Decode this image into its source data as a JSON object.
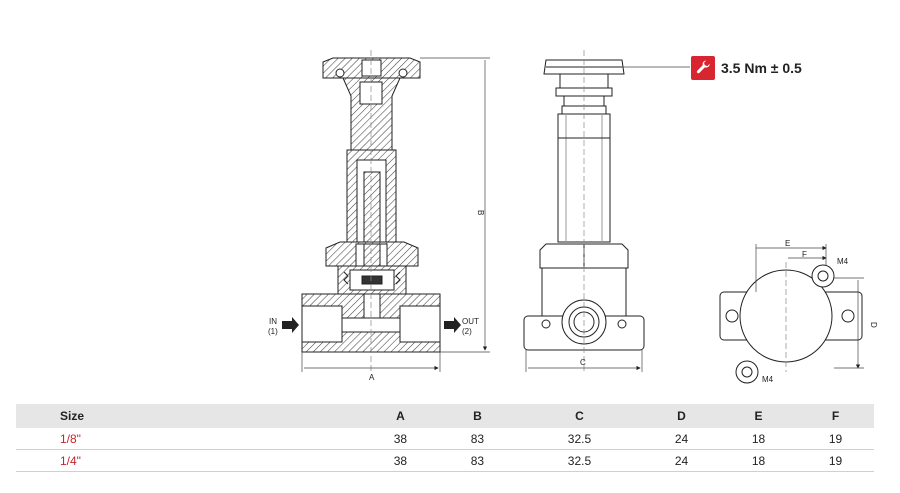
{
  "torque": {
    "label": "3.5 Nm ± 0.5",
    "icon": "wrench-icon",
    "accent": "#d7262f"
  },
  "labels": {
    "in": "IN",
    "in_port": "(1)",
    "out": "OUT",
    "out_port": "(2)",
    "dim_a": "A",
    "dim_b": "B",
    "dim_c": "C",
    "dim_d": "D",
    "dim_e": "E",
    "dim_f": "F",
    "thread_top": "M4",
    "thread_bottom": "M4"
  },
  "table": {
    "headers": [
      "Size",
      "A",
      "B",
      "C",
      "D",
      "E",
      "F"
    ],
    "rows": [
      [
        "1/8\"",
        "38",
        "83",
        "32.5",
        "24",
        "18",
        "19"
      ],
      [
        "1/4\"",
        "38",
        "83",
        "32.5",
        "24",
        "18",
        "19"
      ]
    ],
    "size_color": "#c8242b"
  }
}
